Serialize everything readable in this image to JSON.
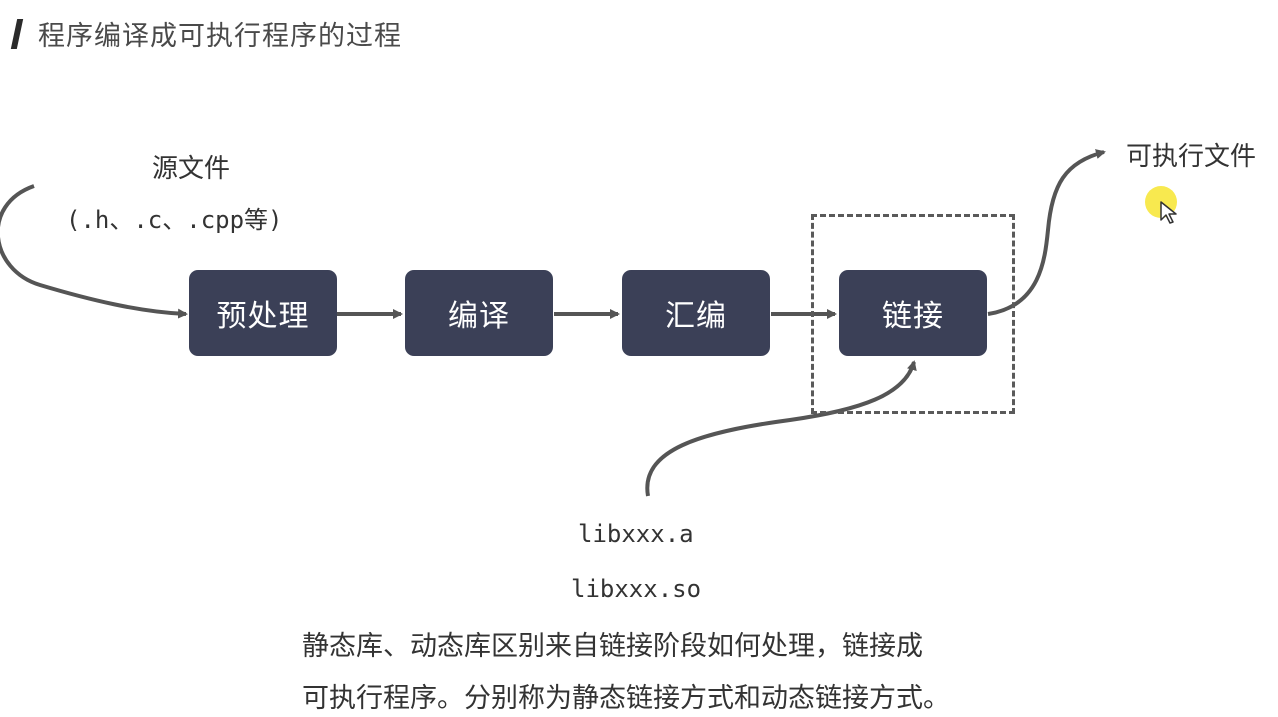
{
  "title": "程序编译成可执行程序的过程",
  "source": {
    "label": "源文件",
    "ext": "(.h、.c、.cpp等)"
  },
  "steps": [
    {
      "label": "预处理"
    },
    {
      "label": "编译"
    },
    {
      "label": "汇编"
    },
    {
      "label": "链接"
    }
  ],
  "output": {
    "label": "可执行文件"
  },
  "libs": {
    "static": "libxxx.a",
    "shared": "libxxx.so"
  },
  "note": {
    "line1": "静态库、动态库区别来自链接阶段如何处理，链接成",
    "line2": "可执行程序。分别称为静态链接方式和动态链接方式。"
  },
  "colors": {
    "step_fill": "#3b4057",
    "arrow": "#555555",
    "cursor_highlight": "#f5e114"
  }
}
